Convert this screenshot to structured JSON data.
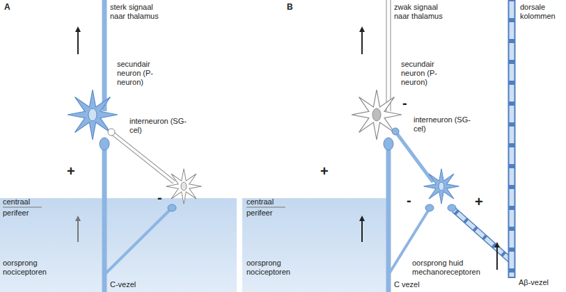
{
  "diagram": {
    "labels": [
      "A",
      "sterk signaal naar thalamus",
      "secundair neuron (P-neuron)",
      "interneuron (SG-cel)",
      "+",
      "-",
      "centraal",
      "perifeer",
      "oorsprong nociceptoren",
      "C-vezel",
      "B",
      "zwak signaal naar thalamus",
      "secundair neuron (P-neuron)",
      "interneuron (SG-cel)",
      "-",
      "+",
      "-",
      "+",
      "centraal",
      "perifeer",
      "oorsprong nociceptoren",
      "C vezel",
      "oorsprong huid mechanoreceptoren",
      "Aβ-vezel",
      "dorsale kolommen"
    ]
  }
}
